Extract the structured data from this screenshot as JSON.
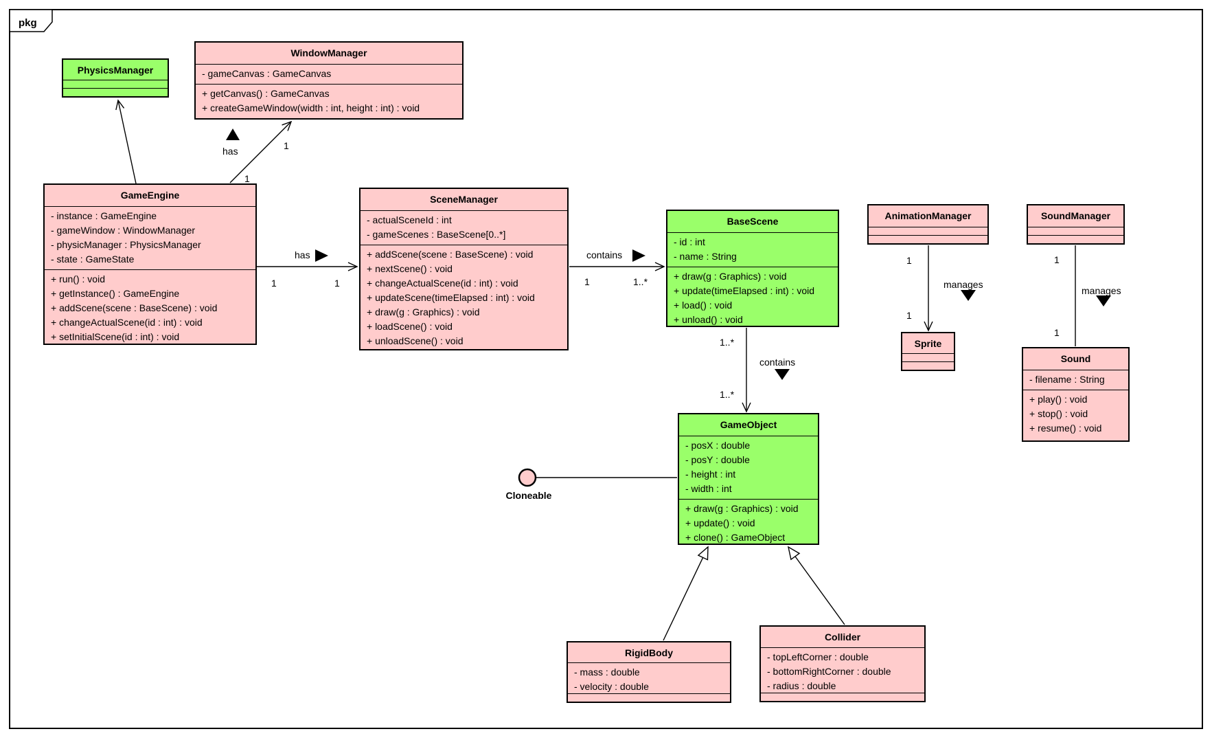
{
  "package": {
    "label": "pkg"
  },
  "colors": {
    "class_pink": "#ffcccc",
    "class_green": "#9aff6a",
    "line": "#000000",
    "background": "#ffffff"
  },
  "classes": {
    "physicsManager": {
      "name": "PhysicsManager",
      "attributes": [],
      "methods": []
    },
    "windowManager": {
      "name": "WindowManager",
      "attributes": [
        "- gameCanvas : GameCanvas"
      ],
      "methods": [
        "+ getCanvas() : GameCanvas",
        "+ createGameWindow(width : int, height : int) : void"
      ]
    },
    "gameEngine": {
      "name": "GameEngine",
      "attributes": [
        "- instance : GameEngine",
        "- gameWindow : WindowManager",
        "- physicManager : PhysicsManager",
        "- state : GameState"
      ],
      "methods": [
        "+ run() : void",
        "+ getInstance() : GameEngine",
        "+ addScene(scene : BaseScene) : void",
        "+ changeActualScene(id : int) : void",
        "+ setInitialScene(id : int) : void"
      ]
    },
    "sceneManager": {
      "name": "SceneManager",
      "attributes": [
        "- actualSceneId : int",
        "- gameScenes : BaseScene[0..*]"
      ],
      "methods": [
        "+ addScene(scene : BaseScene) : void",
        "+ nextScene() : void",
        "+ changeActualScene(id : int) : void",
        "+ updateScene(timeElapsed : int) : void",
        "+ draw(g : Graphics) : void",
        "+ loadScene() : void",
        "+ unloadScene() : void"
      ]
    },
    "baseScene": {
      "name": "BaseScene",
      "attributes": [
        "- id : int",
        "- name : String"
      ],
      "methods": [
        "+ draw(g : Graphics) : void",
        "+ update(timeElapsed : int) : void",
        "+ load() : void",
        "+ unload() : void"
      ]
    },
    "animationManager": {
      "name": "AnimationManager",
      "attributes": [],
      "methods": []
    },
    "soundManager": {
      "name": "SoundManager",
      "attributes": [],
      "methods": []
    },
    "sprite": {
      "name": "Sprite",
      "attributes": [],
      "methods": []
    },
    "sound": {
      "name": "Sound",
      "attributes": [
        "- filename : String"
      ],
      "methods": [
        "+ play() : void",
        "+ stop() : void",
        "+ resume() : void"
      ]
    },
    "gameObject": {
      "name": "GameObject",
      "attributes": [
        "- posX : double",
        "- posY : double",
        "- height : int",
        "- width : int"
      ],
      "methods": [
        "+ draw(g : Graphics) : void",
        "+ update() : void",
        "+ clone() : GameObject"
      ]
    },
    "rigidBody": {
      "name": "RigidBody",
      "attributes": [
        "- mass : double",
        "- velocity : double"
      ],
      "methods": []
    },
    "collider": {
      "name": "Collider",
      "attributes": [
        "- topLeftCorner : double",
        "- bottomRightCorner : double",
        "- radius : double"
      ],
      "methods": []
    }
  },
  "interface_lollipop": {
    "label": "Cloneable"
  },
  "edges": {
    "engine_physics": {
      "label": ""
    },
    "engine_window": {
      "label": "has",
      "mult_source": "1",
      "mult_target": "1"
    },
    "engine_scene": {
      "label": "has",
      "mult_source": "1",
      "mult_target": "1"
    },
    "scene_base": {
      "label": "contains",
      "mult_source": "1",
      "mult_target": "1..*"
    },
    "base_gameobject": {
      "label": "contains",
      "mult_source": "1..*",
      "mult_target": "1..*"
    },
    "anim_sprite": {
      "label": "manages",
      "mult_source": "1",
      "mult_target": "1"
    },
    "soundmgr_sound": {
      "label": "manages",
      "mult_source": "1",
      "mult_target": "1"
    }
  }
}
